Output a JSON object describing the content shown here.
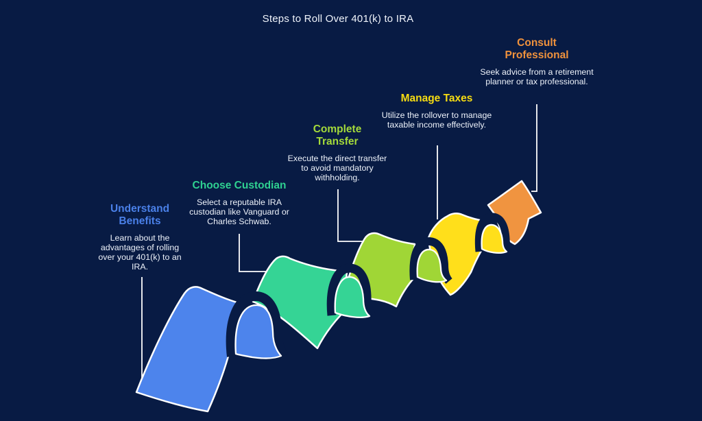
{
  "title": "Steps to Roll Over 401(k) to IRA",
  "colors": {
    "background": "#081b44",
    "outline": "#ffffff",
    "connector": "#ffffff",
    "description_text": "#edf2fa",
    "title_text": "#f0f4fb"
  },
  "steps": [
    {
      "title": "Understand Benefits",
      "description": "Learn about the advantages of rolling over your 401(k) to an IRA.",
      "title_color": "#4a80e8",
      "ribbon_color": "#4d84ec"
    },
    {
      "title": "Choose Custodian",
      "description": "Select a reputable IRA custodian like Vanguard or Charles Schwab.",
      "title_color": "#2fd191",
      "ribbon_color": "#35d495"
    },
    {
      "title": "Complete Transfer",
      "description": "Execute the direct transfer to avoid mandatory withholding.",
      "title_color": "#a4da3a",
      "ribbon_color": "#a0d636"
    },
    {
      "title": "Manage Taxes",
      "description": "Utilize the rollover to manage taxable income effectively.",
      "title_color": "#f6dc12",
      "ribbon_color": "#ffdf1b"
    },
    {
      "title": "Consult Professional",
      "description": "Seek advice from a retirement planner or tax professional.",
      "title_color": "#f0923c",
      "ribbon_color": "#f09440"
    }
  ]
}
